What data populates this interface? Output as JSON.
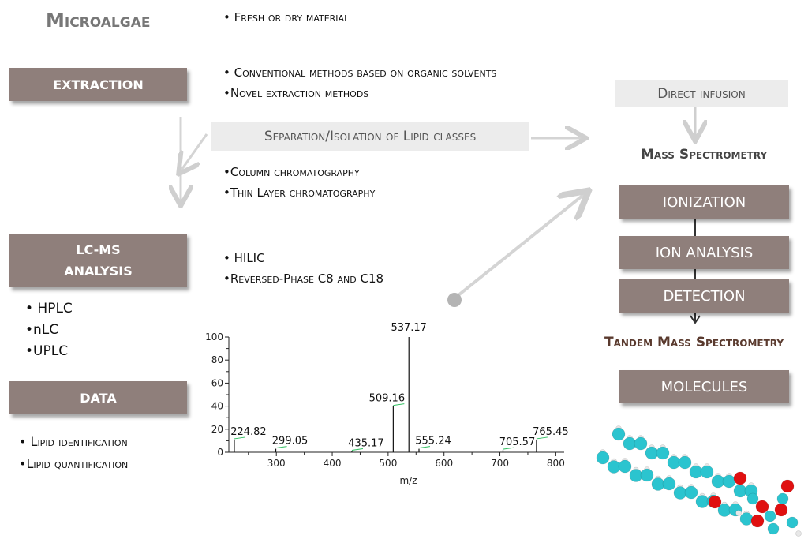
{
  "title": "Microalgae",
  "left_boxes": {
    "extraction": "EXTRACTION",
    "lcms": "LC-MS\nANALYSIS",
    "data": "DATA"
  },
  "material_bullets": [
    "• Fresh or dry material"
  ],
  "extraction_bullets": [
    "• Conventional methods based on organic solvents",
    "•Novel extraction methods"
  ],
  "separation_label": "Separation/Isolation of Lipid classes",
  "chromatography_bullets": [
    "•Column chromatography",
    "•Thin Layer chromatography"
  ],
  "lc_bullets": [
    "• HILIC",
    "•Reversed-Phase C8 and C18"
  ],
  "hplc_bullets": [
    "• HPLC",
    "•nLC",
    "•UPLC"
  ],
  "data_bullets": [
    "• Lipid identification",
    "•Lipid quantification"
  ],
  "right": {
    "direct_infusion": "Direct infusion",
    "mass_spec": "Mass Spectrometry",
    "ionization": "IONIZATION",
    "ion_analysis": "ION ANALYSIS",
    "detection": "DETECTION",
    "tandem": "Tandem Mass Spectrometry",
    "molecules": "MOLECULES"
  },
  "colors": {
    "box_fill": "#8f7f7b",
    "tandem_text": "#5a3a2e",
    "molecule_carbon": "#2bc4cf",
    "molecule_oxygen": "#e01010"
  },
  "chart_data": {
    "type": "bar",
    "xlabel": "m/z",
    "ylabel": "",
    "xlim": [
      215,
      815
    ],
    "ylim": [
      0,
      100
    ],
    "x_ticks": [
      300,
      400,
      500,
      600,
      700,
      800
    ],
    "y_ticks": [
      0,
      20,
      40,
      60,
      80,
      100
    ],
    "peaks": [
      {
        "mz": 224.82,
        "label": "224.82",
        "intensity": 11
      },
      {
        "mz": 299.05,
        "label": "299.05",
        "intensity": 3
      },
      {
        "mz": 435.17,
        "label": "435.17",
        "intensity": 1
      },
      {
        "mz": 509.16,
        "label": "509.16",
        "intensity": 40
      },
      {
        "mz": 537.17,
        "label": "537.17",
        "intensity": 100
      },
      {
        "mz": 555.24,
        "label": "555.24",
        "intensity": 3
      },
      {
        "mz": 705.57,
        "label": "705.57",
        "intensity": 2
      },
      {
        "mz": 765.45,
        "label": "765.45",
        "intensity": 11
      }
    ]
  }
}
